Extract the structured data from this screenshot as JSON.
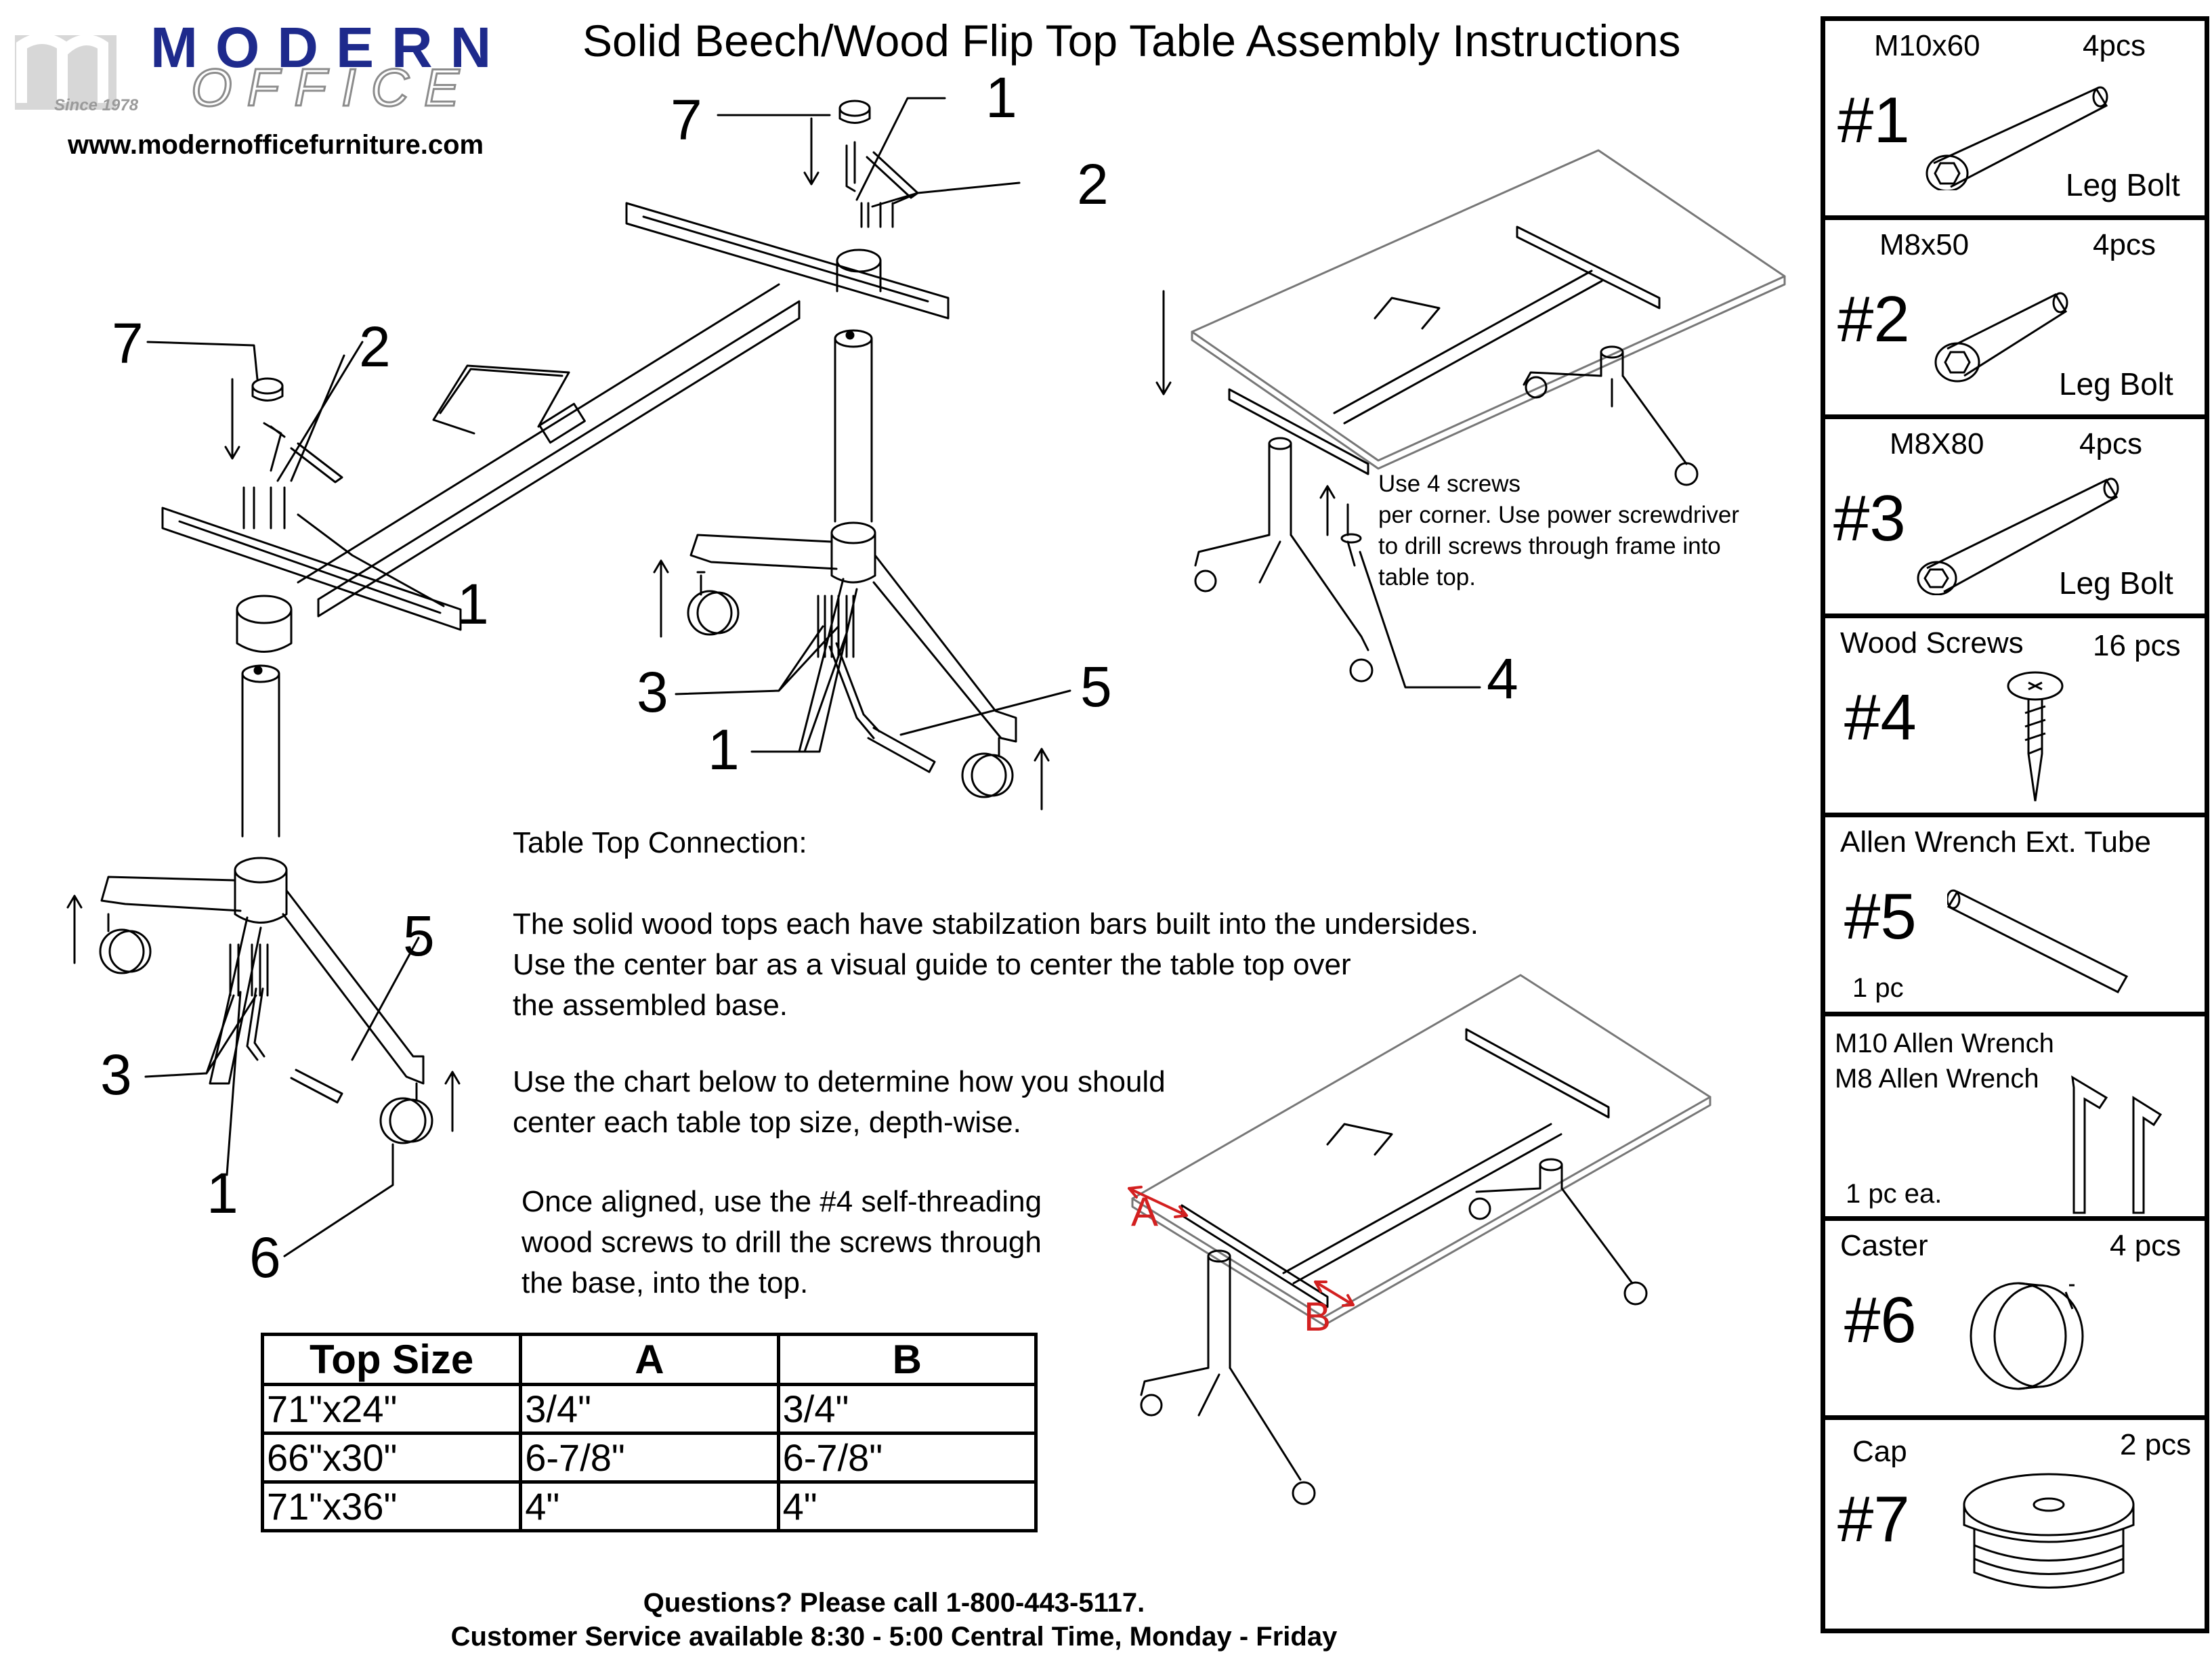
{
  "header": {
    "logo_modern": "MODERN",
    "logo_office": "OFFICE",
    "logo_since": "Since 1978",
    "url": "www.modernofficefurniture.com",
    "title": "Solid Beech/Wood Flip Top Table Assembly Instructions"
  },
  "callouts": [
    "7",
    "1",
    "2",
    "7",
    "2",
    "1",
    "3",
    "1",
    "5",
    "4",
    "5",
    "3",
    "1",
    "6"
  ],
  "install_note": "Use 4 screws\nper corner. Use power screwdriver\nto drill screws through frame into\ntable top.",
  "instructions": {
    "heading": "Table Top Connection:",
    "p1": "The solid wood tops each have stabilzation bars built into the undersides.\nUse the center bar as a visual guide to center the table top over\nthe assembled base.",
    "p2": "Use the chart below to determine how you should\ncenter each table top size, depth-wise.",
    "p3": "Once aligned, use the #4 self-threading\nwood screws to drill the screws through\nthe base, into the top."
  },
  "markers": {
    "a": "A",
    "b": "B"
  },
  "size_table": {
    "headers": [
      "Top Size",
      "A",
      "B"
    ],
    "rows": [
      [
        "71\"x24\"",
        "3/4\"",
        "3/4\""
      ],
      [
        "66\"x30\"",
        "6-7/8\"",
        "6-7/8\""
      ],
      [
        "71\"x36\"",
        "4\"",
        "4\""
      ]
    ]
  },
  "footer": {
    "line1": "Questions? Please call 1-800-443-5117.",
    "line2": "Customer Service available 8:30 - 5:00 Central Time, Monday - Friday"
  },
  "parts": [
    {
      "name": "M10x60",
      "qty": "4pcs",
      "num": "#1",
      "type": "Leg Bolt",
      "icon": "leg-bolt-icon"
    },
    {
      "name": "M8x50",
      "qty": "4pcs",
      "num": "#2",
      "type": "Leg Bolt",
      "icon": "leg-bolt-icon"
    },
    {
      "name": "M8X80",
      "qty": "4pcs",
      "num": "#3",
      "type": "Leg Bolt",
      "icon": "leg-bolt-icon"
    },
    {
      "name": "Wood Screws",
      "qty": "16 pcs",
      "num": "#4",
      "icon": "wood-screw-icon"
    },
    {
      "name": "Allen Wrench Ext. Tube",
      "num": "#5",
      "qty": "1 pc",
      "icon": "extension-tube-icon"
    },
    {
      "name": "M10 Allen Wrench",
      "name2": "M8 Allen Wrench",
      "qty": "1 pc ea.",
      "icon": "allen-wrench-icon"
    },
    {
      "name": "Caster",
      "qty": "4 pcs",
      "num": "#6",
      "icon": "caster-icon"
    },
    {
      "name": "Cap",
      "qty": "2 pcs",
      "num": "#7",
      "icon": "cap-icon"
    }
  ]
}
